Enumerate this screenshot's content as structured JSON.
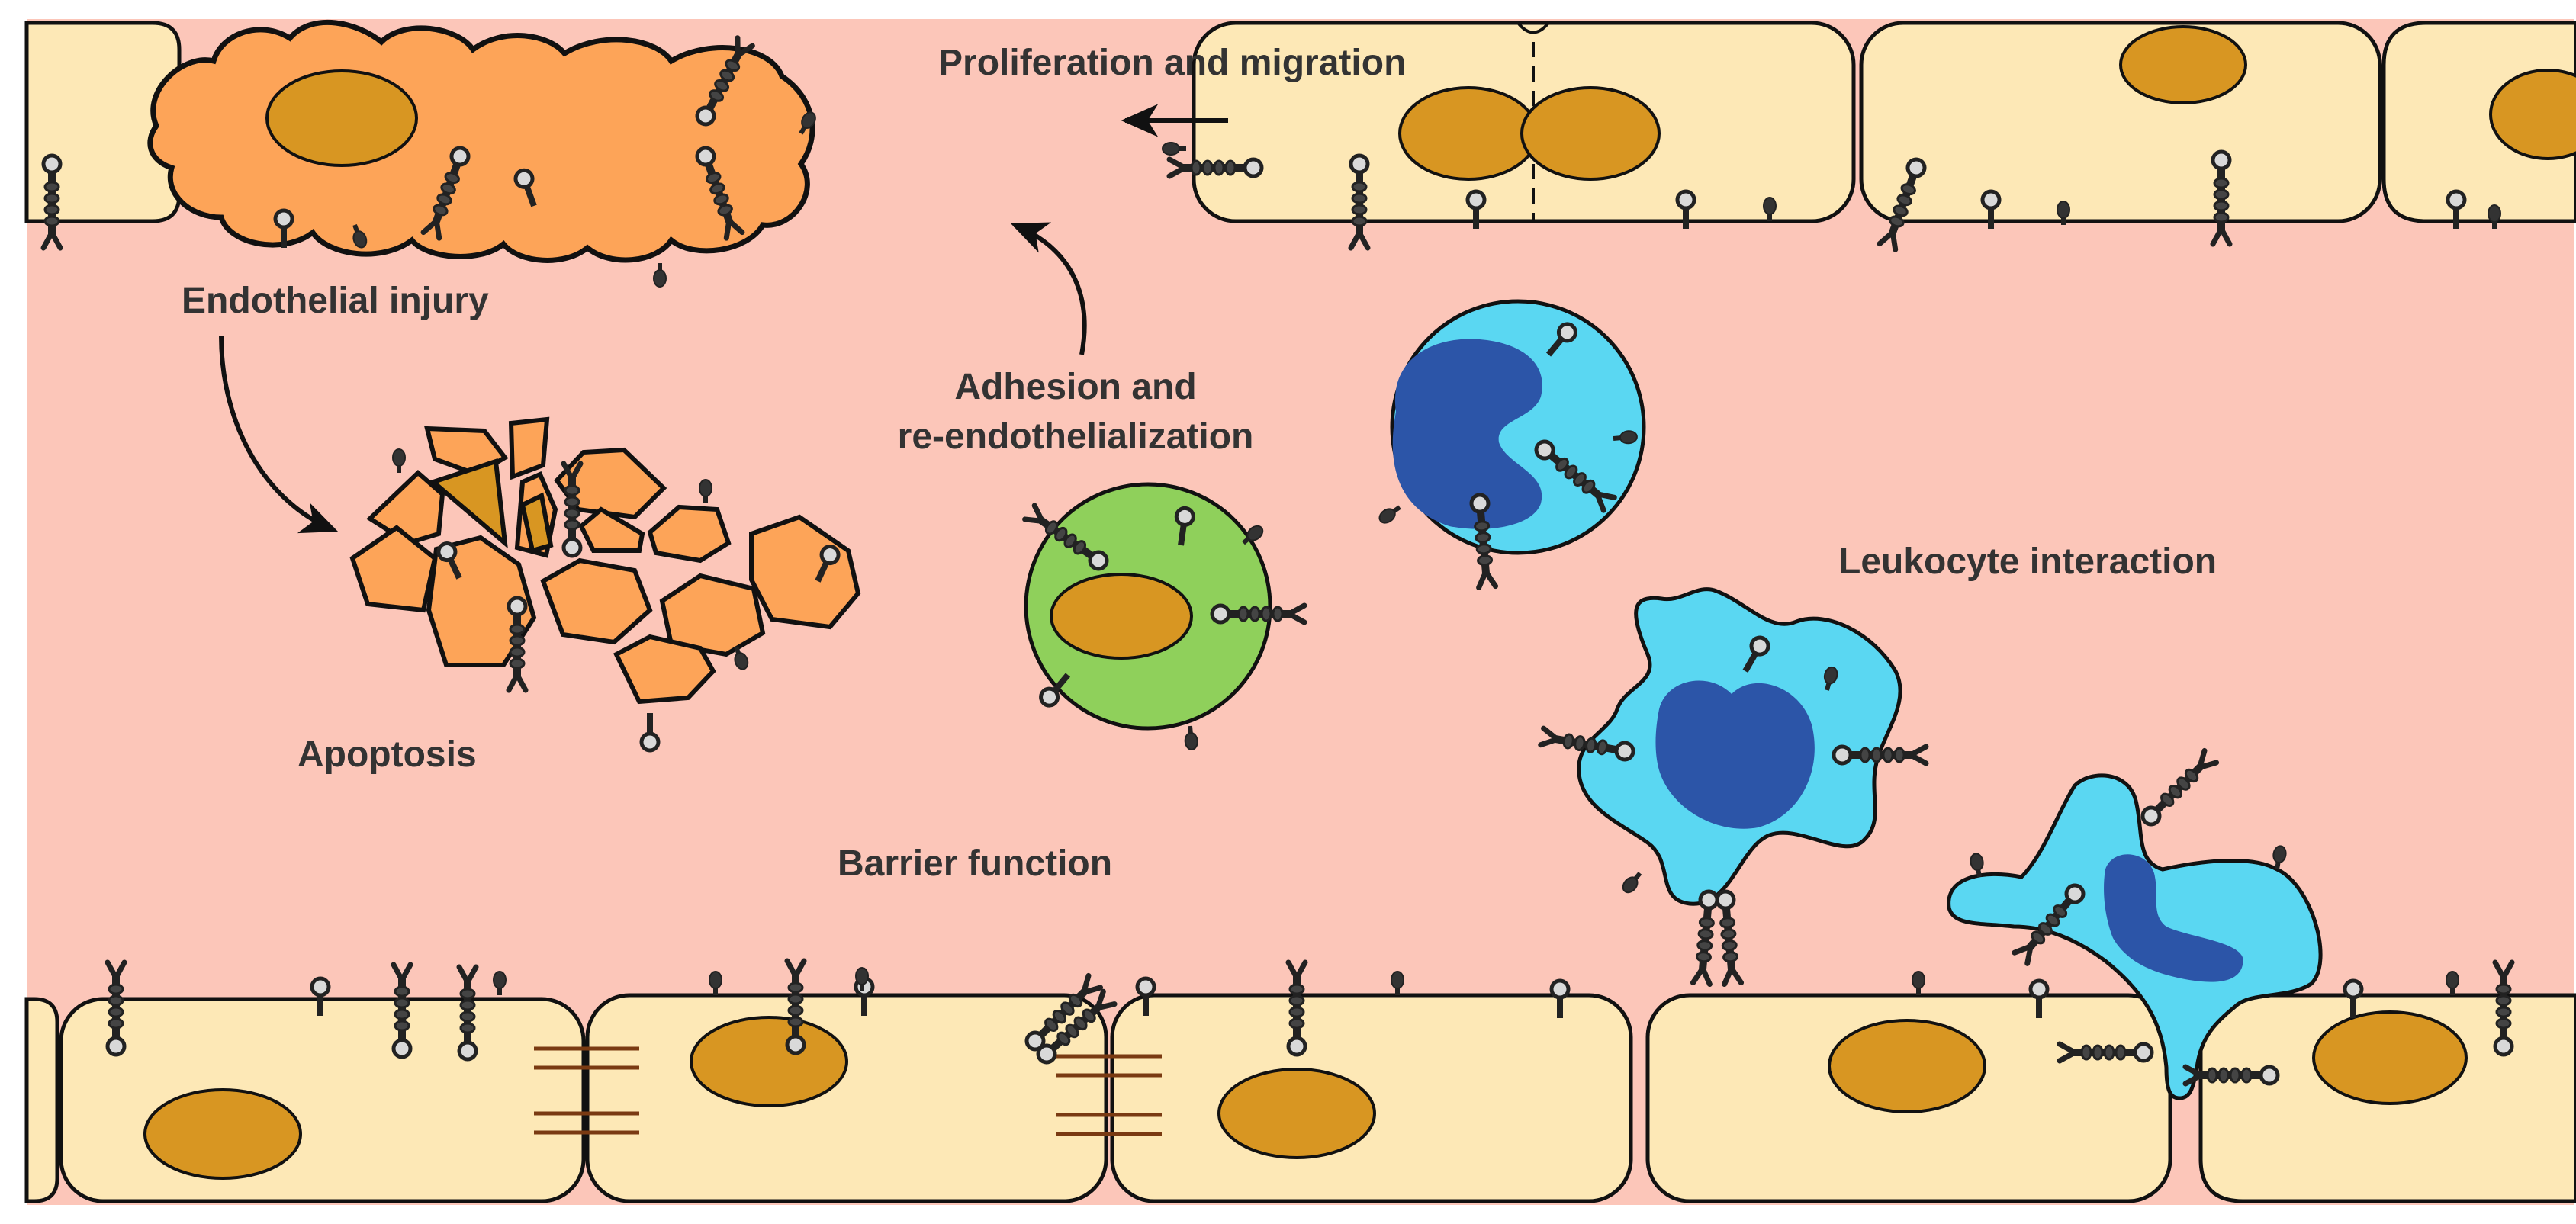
{
  "labels": {
    "proliferation": "Proliferation and migration",
    "endothelial_injury": "Endothelial injury",
    "adhesion_line1": "Adhesion and",
    "adhesion_line2": "re-endothelialization",
    "leukocyte": "Leukocyte interaction",
    "apoptosis": "Apoptosis",
    "barrier": "Barrier function"
  },
  "colors": {
    "lumen": "#fcc6b9",
    "endothelial_cell": "#fde8b6",
    "nucleus": "#d89622",
    "injured_cell": "#fda458",
    "progenitor_cell": "#8fd05b",
    "leukocyte": "#5ad7f2",
    "leukocyte_nucleus": "#2c55a8",
    "outline": "#111111",
    "junction": "#7a3a12"
  }
}
